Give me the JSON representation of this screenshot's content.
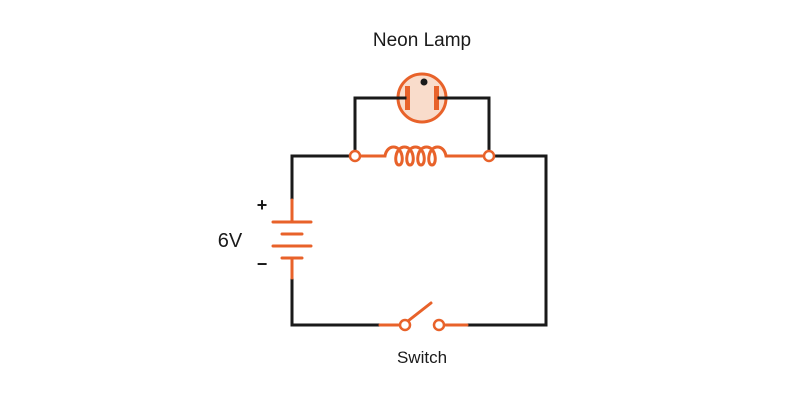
{
  "labels": {
    "lamp": "Neon Lamp",
    "voltage": "6V",
    "plus": "+",
    "minus": "−",
    "switch": "Switch"
  },
  "colors": {
    "wire": "#1a1a1a",
    "component": "#e8622a",
    "lamp_fill": "#f9dccb",
    "background": "#ffffff"
  }
}
